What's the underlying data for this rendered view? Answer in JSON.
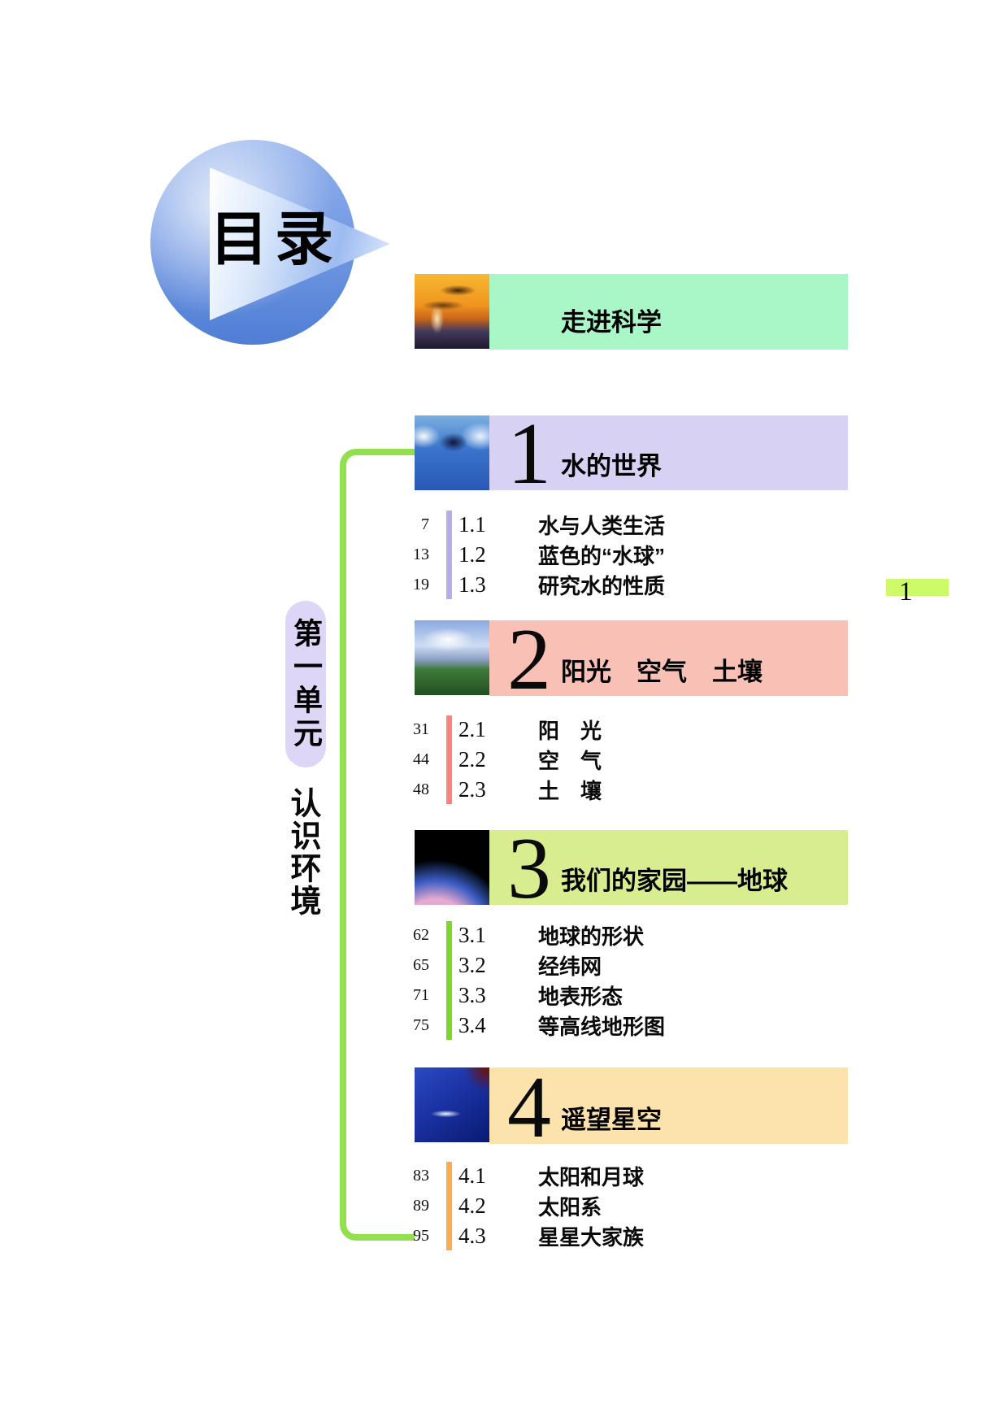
{
  "logo": {
    "title": "目录"
  },
  "intro": {
    "title": "走进科学",
    "thumb_icon": "dinosaur-sunset-photo",
    "accent": "#a9f7c6"
  },
  "unit": {
    "capsule_label": "第一单元",
    "name": "认识环境"
  },
  "page_tab": {
    "number": "1",
    "color": "#cdfa69"
  },
  "bracket": {
    "color": "#93e04e"
  },
  "sections": [
    {
      "number": "1",
      "title": "水的世界",
      "accent": "#d7d2f4",
      "bar_color": "#b7aee6",
      "thumb_icon": "water-splash-photo",
      "items": [
        {
          "page": "7",
          "num": "1.1",
          "title": "水与人类生活"
        },
        {
          "page": "13",
          "num": "1.2",
          "title": "蓝色的“水球”"
        },
        {
          "page": "19",
          "num": "1.3",
          "title": "研究水的性质"
        }
      ]
    },
    {
      "number": "2",
      "title": "阳光　空气　土壤",
      "accent": "#f9c0b6",
      "bar_color": "#f9837d",
      "thumb_icon": "sky-clouds-field-photo",
      "items": [
        {
          "page": "31",
          "num": "2.1",
          "title": "阳　光"
        },
        {
          "page": "44",
          "num": "2.2",
          "title": "空　气"
        },
        {
          "page": "48",
          "num": "2.3",
          "title": "土　壤"
        }
      ]
    },
    {
      "number": "3",
      "title": "我们的家园——地球",
      "accent": "#d8ec90",
      "bar_color": "#7fd626",
      "thumb_icon": "earth-from-space-photo",
      "items": [
        {
          "page": "62",
          "num": "3.1",
          "title": "地球的形状"
        },
        {
          "page": "65",
          "num": "3.2",
          "title": "经纬网"
        },
        {
          "page": "71",
          "num": "3.3",
          "title": "地表形态"
        },
        {
          "page": "75",
          "num": "3.4",
          "title": "等高线地形图"
        }
      ]
    },
    {
      "number": "4",
      "title": "遥望星空",
      "accent": "#fce3ab",
      "bar_color": "#f9ad4e",
      "thumb_icon": "comet-night-sky-photo",
      "items": [
        {
          "page": "83",
          "num": "4.1",
          "title": "太阳和月球"
        },
        {
          "page": "89",
          "num": "4.2",
          "title": "太阳系"
        },
        {
          "page": "95",
          "num": "4.3",
          "title": "星星大家族"
        }
      ]
    }
  ]
}
